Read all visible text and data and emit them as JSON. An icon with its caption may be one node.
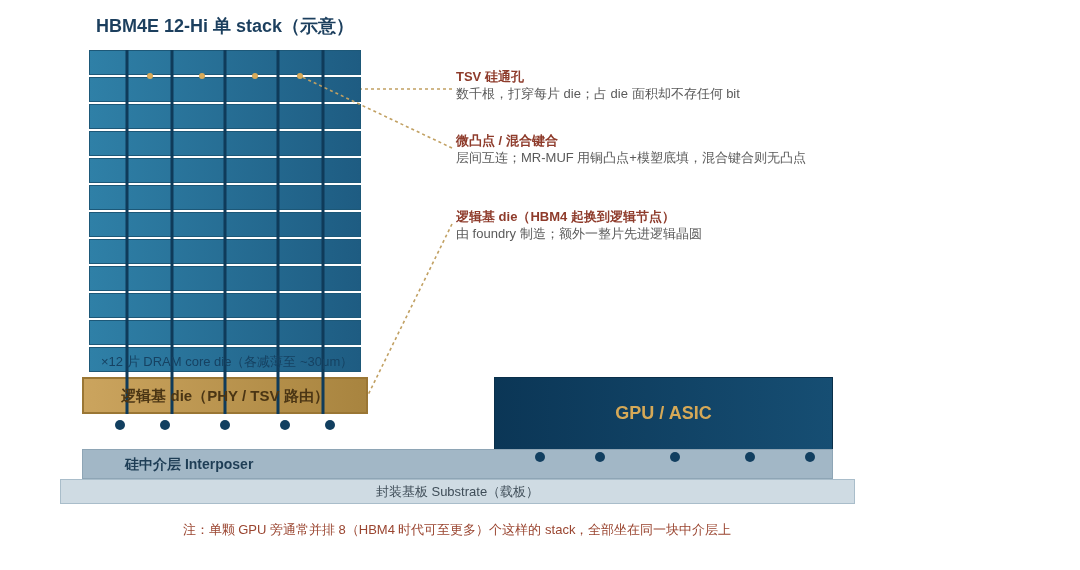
{
  "diagram": {
    "title": "HBM4E 12-Hi 单 stack（示意）",
    "caption": "注：单颗 GPU 旁通常并排 8（HBM4 时代可至更多）个这样的 stack，全部坐在同一块中介层上",
    "nodes": [
      {
        "text": [
          "×12 片 DRAM core die（各减薄至 ~30μm）"
        ]
      },
      {
        "text": [],
        "shape": "circle",
        "in": 0
      },
      {
        "text": [
          "TSV 硅通孔",
          "数千根，打穿每片 die；占 die 面积却不存任何 bit"
        ]
      },
      {
        "text": [
          "微凸点 / 混合键合",
          "层间互连；MR-MUF 用铜凸点+模塑底填，混合键合则无凸点"
        ]
      },
      {
        "text": [
          "逻辑基 die（HBM4 起换到逻辑节点）",
          "由 foundry 制造；额外一整片先进逻辑晶圆"
        ]
      },
      {
        "text": [
          "逻辑基 die（PHY / TSV 路由）"
        ]
      },
      {
        "text": [
          "GPU / ASIC"
        ]
      },
      {
        "text": [
          "硅中介层 Interposer"
        ]
      },
      {
        "text": [
          "封装基板 Substrate（载板）"
        ]
      }
    ],
    "edges": [
      {
        "from": 2,
        "to": 0,
        "arrow": "none",
        "style": "dashed"
      },
      {
        "from": 3,
        "to": 1,
        "arrow": "none",
        "style": "dashed"
      },
      {
        "from": 4,
        "to": 5,
        "arrow": "none",
        "style": "dashed"
      }
    ]
  }
}
